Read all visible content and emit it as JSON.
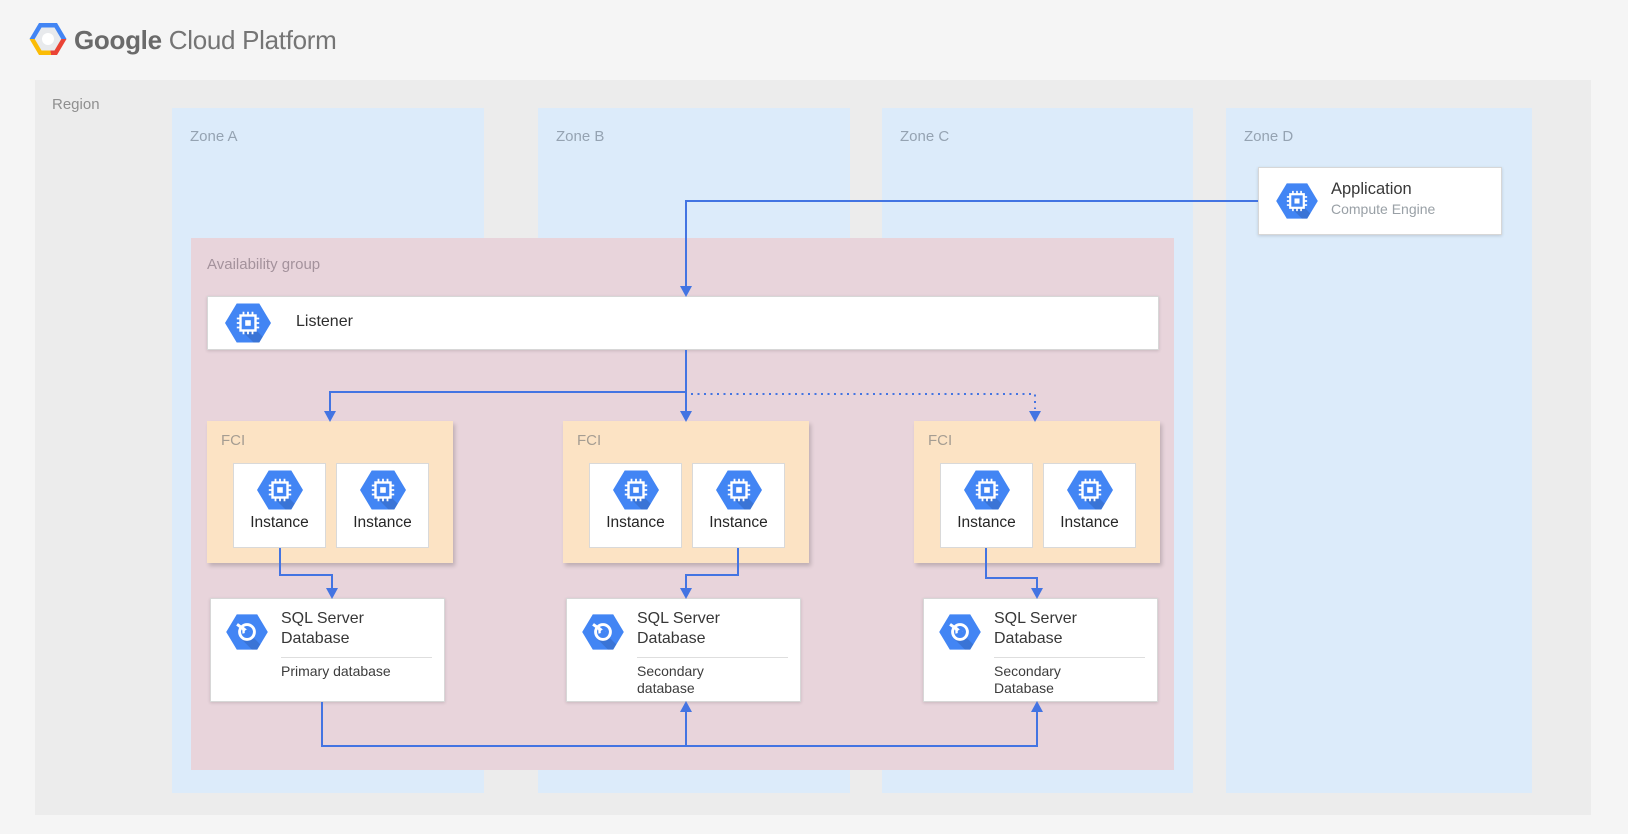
{
  "header": {
    "brand_primary": "Google",
    "brand_secondary": "Cloud Platform"
  },
  "region": {
    "label": "Region"
  },
  "zones": [
    {
      "label": "Zone A"
    },
    {
      "label": "Zone B"
    },
    {
      "label": "Zone C"
    },
    {
      "label": "Zone D"
    }
  ],
  "application": {
    "title": "Application",
    "subtitle": "Compute Engine",
    "icon": "compute-engine-hexagon-icon"
  },
  "availability_group": {
    "label": "Availability group",
    "listener": {
      "label": "Listener",
      "icon": "compute-engine-hexagon-icon"
    },
    "fci_groups": [
      {
        "label": "FCI",
        "instances": [
          {
            "label": "Instance"
          },
          {
            "label": "Instance"
          }
        ]
      },
      {
        "label": "FCI",
        "instances": [
          {
            "label": "Instance"
          },
          {
            "label": "Instance"
          }
        ]
      },
      {
        "label": "FCI",
        "instances": [
          {
            "label": "Instance"
          },
          {
            "label": "Instance"
          }
        ]
      }
    ],
    "databases": [
      {
        "title": "SQL Server Database",
        "subtitle": "Primary database",
        "icon": "cloud-sql-hexagon-icon"
      },
      {
        "title": "SQL Server Database",
        "subtitle": "Secondary\ndatabase",
        "icon": "cloud-sql-hexagon-icon"
      },
      {
        "title": "SQL Server Database",
        "subtitle": "Secondary\nDatabase",
        "icon": "cloud-sql-hexagon-icon"
      }
    ]
  },
  "colors": {
    "page_background": "#f5f5f5",
    "region_background": "#ececec",
    "zone_background": "#dcebfa",
    "availability_group_background": "#e8d4db",
    "fci_background": "#fce3c4",
    "arrow_blue": "#4374e2",
    "icon_hexagon_blue": "#4285f4",
    "logo_blue": "#4285f4",
    "logo_red": "#ea4335",
    "logo_yellow": "#fbbc05",
    "label_gray": "#8f8f8f",
    "title_text": "#383838"
  }
}
